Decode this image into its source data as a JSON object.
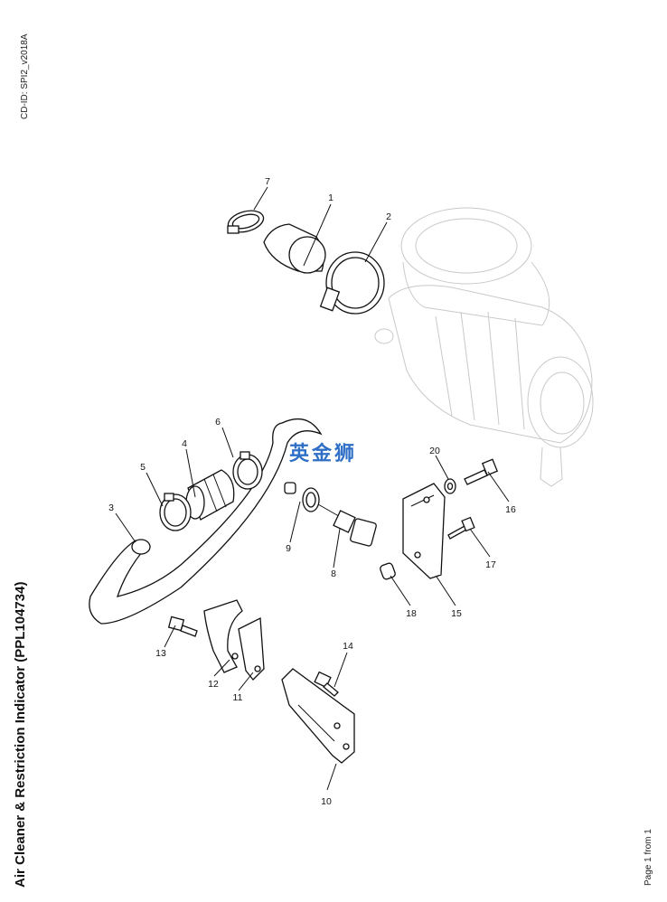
{
  "doc_id": "CD-ID: SPI2_v2018A",
  "title": "Air Cleaner & Restriction Indicator (PPL104734)",
  "page_label": "Page 1 from 1",
  "watermark_text": "英金狮",
  "watermark_color": "#2f6fc6",
  "callouts": {
    "c1": "1",
    "c2": "2",
    "c3": "3",
    "c4": "4",
    "c5": "5",
    "c6": "6",
    "c7": "7",
    "c8": "8",
    "c9": "9",
    "c10": "10",
    "c11": "11",
    "c12": "12",
    "c13": "13",
    "c14": "14",
    "c15": "15",
    "c16": "16",
    "c17": "17",
    "c18": "18",
    "c20": "20"
  }
}
